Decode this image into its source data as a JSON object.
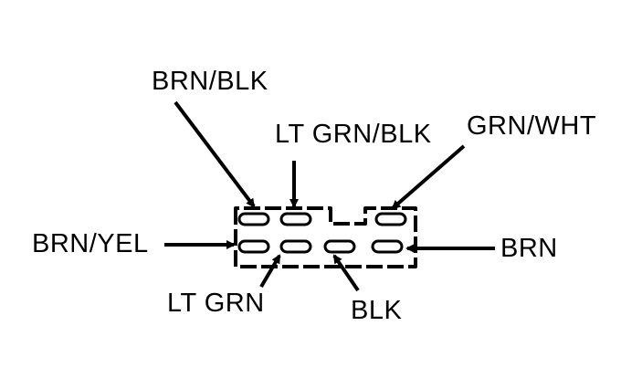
{
  "labels": {
    "brn_blk": "BRN/BLK",
    "lt_grn_blk": "LT GRN/BLK",
    "grn_wht": "GRN/WHT",
    "brn_yel": "BRN/YEL",
    "brn": "BRN",
    "lt_grn": "LT GRN",
    "blk": "BLK"
  },
  "colors": {
    "ink": "#000000",
    "background": "#ffffff"
  }
}
